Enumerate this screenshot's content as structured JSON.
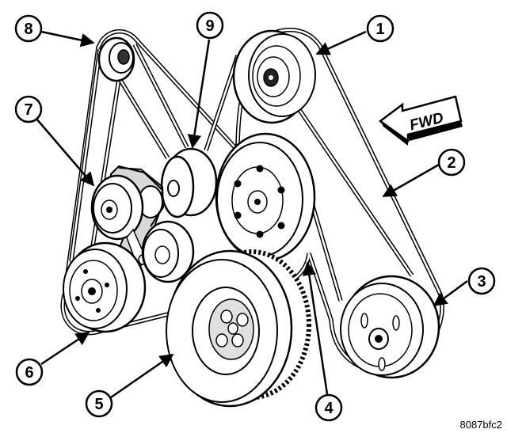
{
  "diagram": {
    "direction_label": "FWD",
    "reference_code": "8087bfc2",
    "colors": {
      "line": "#000000",
      "fill": "#ffffff",
      "shade": "#d8d8d8",
      "dark": "#303030"
    },
    "callouts": [
      "1",
      "2",
      "3",
      "4",
      "5",
      "6",
      "7",
      "8",
      "9"
    ]
  }
}
